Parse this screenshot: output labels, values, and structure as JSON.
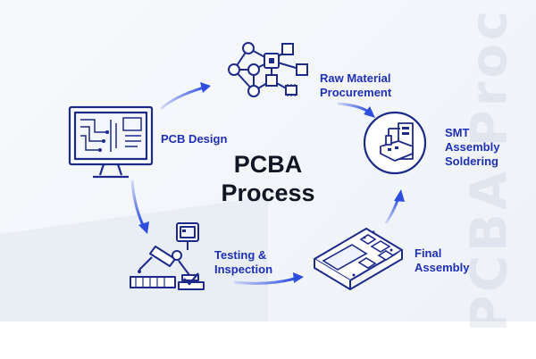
{
  "diagram": {
    "title_line1": "PCBA",
    "title_line2": "Process",
    "watermark": "PCBA Proc",
    "steps": [
      {
        "label_line1": "PCB Design",
        "label_line2": "",
        "icon": "monitor-circuit-icon"
      },
      {
        "label_line1": "Raw Material",
        "label_line2": "Procurement",
        "icon": "network-components-icon"
      },
      {
        "label_line1": "SMT",
        "label_line2": "Assembly",
        "label_line3": "Soldering",
        "icon": "smt-machine-icon"
      },
      {
        "label_line1": "Final",
        "label_line2": "Assembly",
        "icon": "assembled-board-icon"
      },
      {
        "label_line1": "Testing &",
        "label_line2": "Inspection",
        "icon": "inspection-robot-icon"
      }
    ],
    "colors": {
      "accent": "#1e2fb8",
      "icon_stroke": "#1d2a8a",
      "title": "#101624",
      "arrow": "#2f4ee0"
    }
  }
}
